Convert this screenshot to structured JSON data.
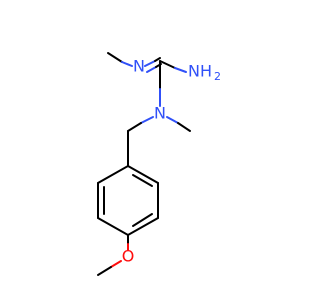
{
  "molecule": {
    "atoms": {
      "n_imine": {
        "label": "N",
        "color": "#3050F8"
      },
      "n_amine": {
        "label": "N",
        "color": "#3050F8"
      },
      "nh2_n": {
        "label": "NH",
        "color": "#3050F8"
      },
      "nh2_sub": {
        "label": "2",
        "color": "#3050F8"
      },
      "o_methoxy": {
        "label": "O",
        "color": "#FF0D0D"
      }
    }
  }
}
